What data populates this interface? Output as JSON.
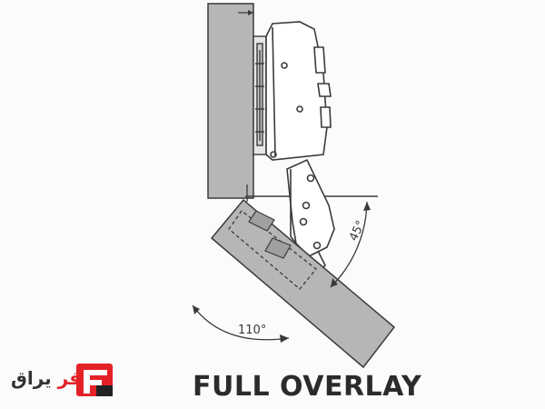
{
  "title": "FULL OVERLAY",
  "angles": {
    "small": "45°",
    "large": "110°"
  },
  "logo": {
    "text_dark": "يراق",
    "text_accent": "فر",
    "mark_label": "F"
  },
  "colors": {
    "panel_fill": "#b6b6b6",
    "outline": "#3a3a3a",
    "logo_red": "#e32227",
    "logo_dark": "#333333"
  }
}
